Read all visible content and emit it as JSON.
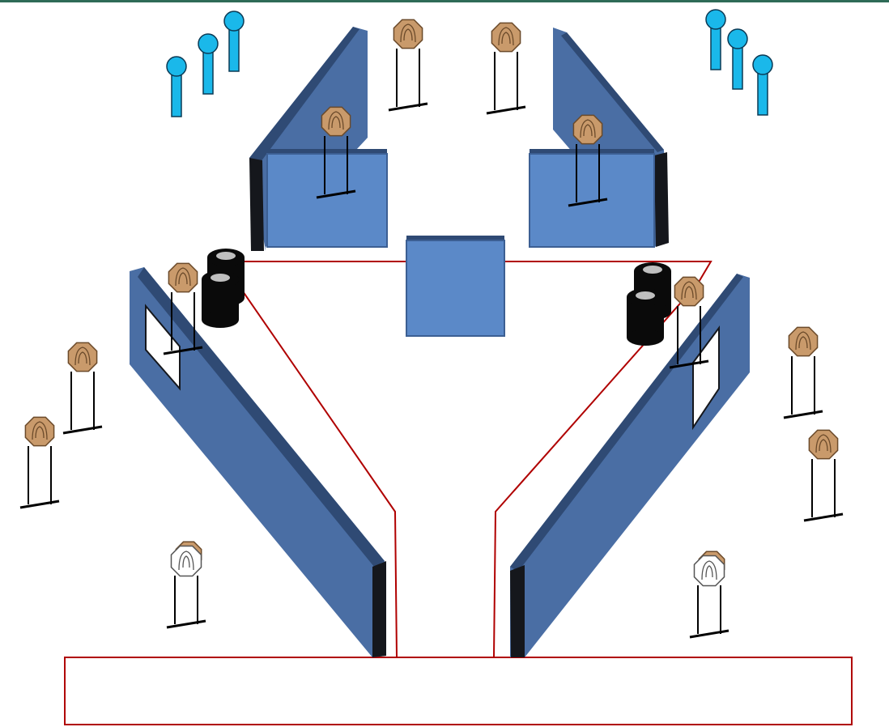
{
  "stage": {
    "top_rule_color": "#2e6b57"
  },
  "colors": {
    "wall_face": "#4a6ea4",
    "wall_shade": "#2f4a74",
    "wall_edge": "#15171c",
    "barricade_fill": "#5b89c8",
    "barricade_stroke": "#3c5f93",
    "fault_line": "#b00000",
    "steel_target": "#c99a6b",
    "no_shoot_target": "#ffffff",
    "popper": "#1ab8ea",
    "barrel": "#0a0a0a",
    "barrel_top": "#bfbfbf",
    "stand": "#000000"
  },
  "icons": {
    "paper_target": "octagon-target-icon",
    "no_shoot": "no-shoot-target-icon",
    "popper": "popper-icon",
    "barrel": "barrel-icon"
  },
  "counts": {
    "paper_targets": 12,
    "no_shoot_targets": 2,
    "poppers": 6,
    "barrel_stacks": 2,
    "walls": 4,
    "barricades": 3
  }
}
